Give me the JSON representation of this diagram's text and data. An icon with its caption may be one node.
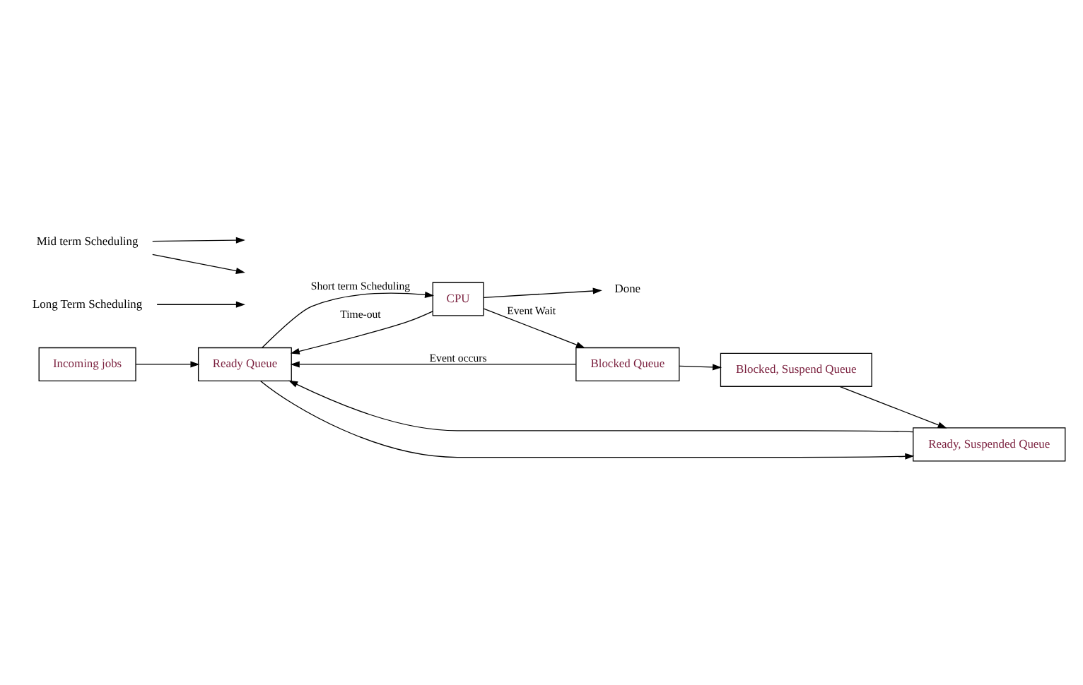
{
  "diagram": {
    "nodes": [
      {
        "text": [
          "Incoming jobs"
        ]
      },
      {
        "text": [
          "Ready Queue"
        ]
      },
      {
        "text": [
          "CPU"
        ]
      },
      {
        "text": [
          "Ready, Suspended Queue"
        ]
      },
      {
        "text": [
          "Blocked, Suspend Queue"
        ]
      },
      {
        "text": [
          "Blocked Queue"
        ]
      },
      {
        "text": [
          "Done"
        ]
      },
      {
        "text": [
          "Long Term Scheduling"
        ]
      },
      {
        "text": [
          "Mid term Scheduling"
        ]
      }
    ],
    "edges": [
      {
        "from": 0,
        "to": 1,
        "arrow": "to"
      },
      {
        "from": 2,
        "to": 1,
        "arrow": "to",
        "label": "Time-out"
      },
      {
        "from": 1,
        "to": 2,
        "arrow": "to",
        "label": "Short term Scheduling"
      },
      {
        "from": 2,
        "to": 6,
        "arrow": "to"
      },
      {
        "from": 1,
        "to": 3,
        "arrow": "to"
      },
      {
        "from": 3,
        "to": 1,
        "arrow": "to"
      },
      {
        "from": 5,
        "to": 1,
        "arrow": "to",
        "label": "Event occurs"
      },
      {
        "from": 4,
        "to": 3,
        "arrow": "to"
      },
      {
        "from": 5,
        "to": 4,
        "arrow": "to"
      },
      {
        "from": 2,
        "to": 5,
        "arrow": "to",
        "label": "Event Wait"
      },
      {
        "from": 7,
        "to": null,
        "arrow": "to"
      },
      {
        "from": 8,
        "to": null,
        "arrow": "to"
      },
      {
        "from": 8,
        "to": null,
        "arrow": "to"
      }
    ]
  }
}
